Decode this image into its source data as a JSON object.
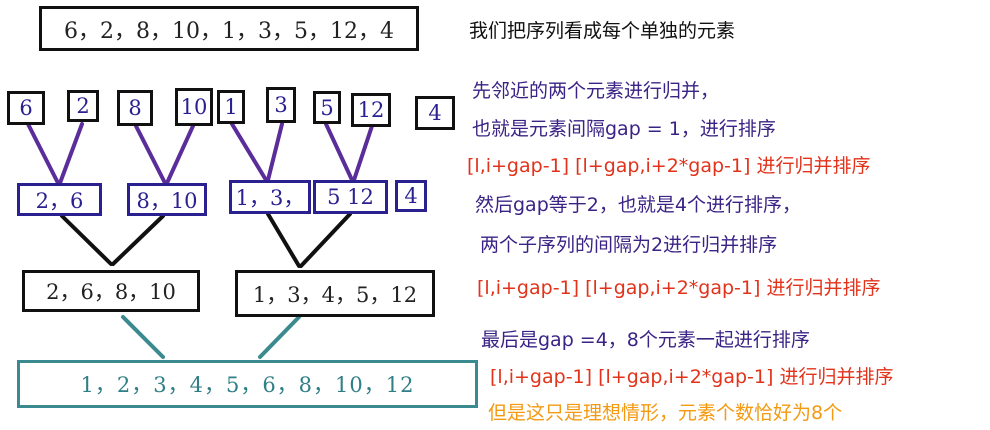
{
  "top_array": "6，2，8，10，1，3，5，12，4",
  "level1": [
    "6",
    "2",
    "8",
    "10",
    "1",
    "3",
    "5",
    "12",
    "4"
  ],
  "level2": [
    "2，6",
    "8，10",
    "1，3，",
    "5 12",
    "4"
  ],
  "level3": [
    "2，6，8，10",
    "1，3，4，5，12"
  ],
  "final": "1，2，3，4，5，6，8，10，12",
  "notes": {
    "n1": "我们把序列看成每个单独的元素",
    "n2": "先邻近的两个元素进行归并，",
    "n3": "也就是元素间隔gap = 1，进行排序",
    "n4": "[l,i+gap-1] [l+gap,i+2*gap-1] 进行归并排序",
    "n5": "然后gap等于2，也就是4个进行排序，",
    "n6": "两个子序列的间隔为2进行归并排序",
    "n7": "[l,i+gap-1] [l+gap,i+2*gap-1] 进行归并排序",
    "n8": "最后是gap =4，8个元素一起进行排序",
    "n9": "[l,i+gap-1] [l+gap,i+2*gap-1] 进行归并排序",
    "n10": "但是这只是理想情形，元素个数恰好为8个"
  },
  "colors": {
    "black": "#111111",
    "purple": "#3b2386",
    "red": "#e2321a",
    "orange": "#f39a12",
    "teal": "#3a8a8f"
  }
}
